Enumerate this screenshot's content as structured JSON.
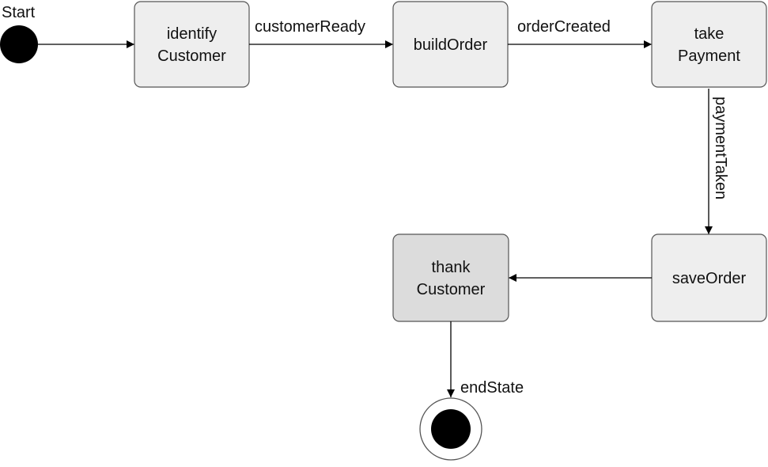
{
  "start_label": "Start",
  "colors": {
    "state_fill": "#eeeeee",
    "state_fill_current": "#dcdcdc",
    "stroke": "#555555",
    "pseudo_state": "#000000"
  },
  "states": {
    "identifyCustomer": {
      "line1": "identify",
      "line2": "Customer"
    },
    "buildOrder": {
      "line1": "buildOrder"
    },
    "takePayment": {
      "line1": "take",
      "line2": "Payment"
    },
    "saveOrder": {
      "line1": "saveOrder"
    },
    "thankCustomer": {
      "line1": "thank",
      "line2": "Customer"
    }
  },
  "transitions": {
    "customerReady": "customerReady",
    "orderCreated": "orderCreated",
    "paymentTaken": "paymentTaken",
    "endState": "endState"
  }
}
